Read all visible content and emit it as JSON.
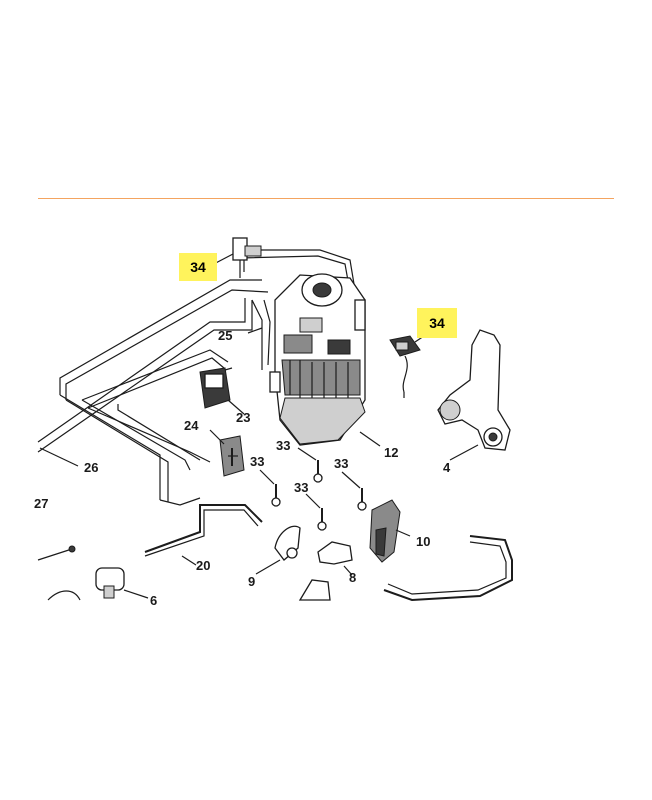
{
  "colors": {
    "rule": "#f4a460",
    "highlight": "#fff35c"
  },
  "labels": {
    "p34a": "34",
    "p34b": "34",
    "p25": "25",
    "p23": "23",
    "p24": "24",
    "p26": "26",
    "p27": "27",
    "p12": "12",
    "p4": "4",
    "p33a": "33",
    "p33b": "33",
    "p33c": "33",
    "p33d": "33",
    "p10": "10",
    "p20": "20",
    "p9": "9",
    "p8": "8",
    "p6": "6"
  }
}
